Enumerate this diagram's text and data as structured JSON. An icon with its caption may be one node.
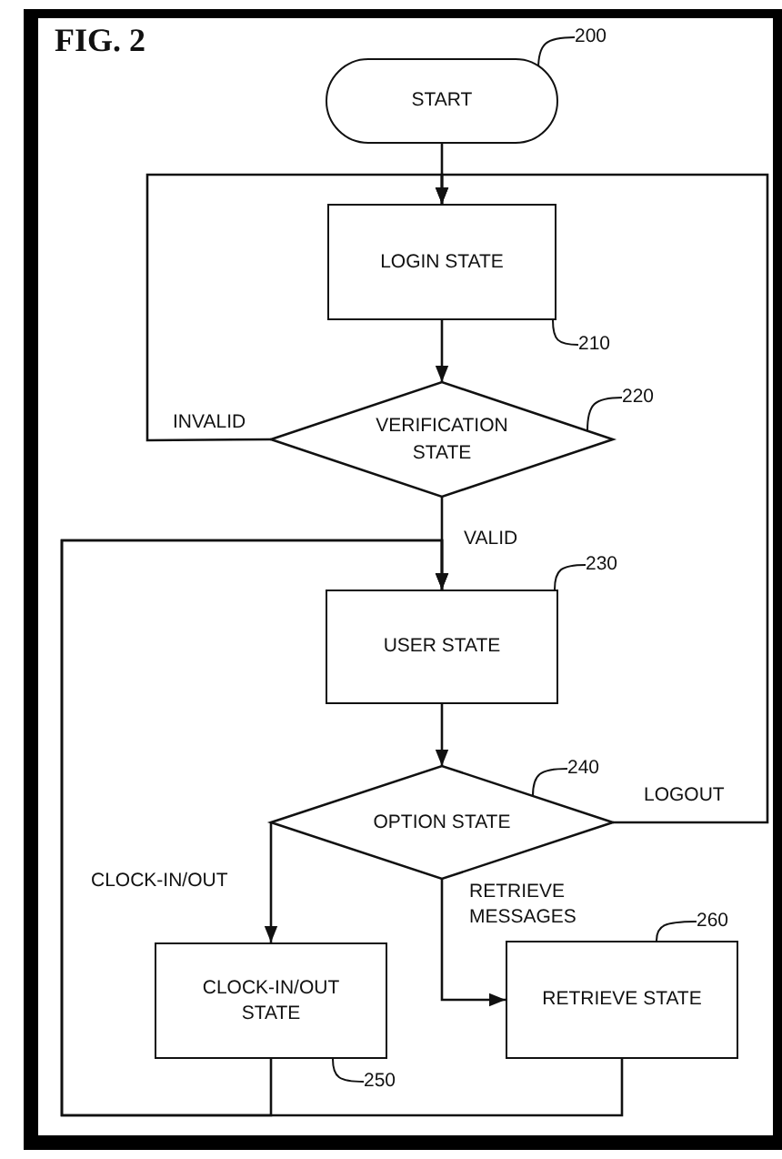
{
  "diagram": {
    "title": "FIG. 2",
    "nodes": [
      {
        "text": [
          "START"
        ]
      },
      {
        "text": [
          "LOGIN STATE"
        ]
      },
      {
        "text": [
          "VERIFICATION STATE"
        ]
      },
      {
        "text": [
          "USER STATE"
        ]
      },
      {
        "text": [
          "OPTION STATE"
        ]
      },
      {
        "text": [
          "CLOCK-IN/OUT STATE"
        ]
      },
      {
        "text": [
          "RETRIEVE STATE"
        ]
      },
      {
        "text": [
          "200"
        ]
      },
      {
        "text": [
          "210"
        ]
      },
      {
        "text": [
          "220"
        ]
      },
      {
        "text": [
          "230"
        ]
      },
      {
        "text": [
          "240"
        ]
      },
      {
        "text": [
          "250"
        ]
      },
      {
        "text": [
          "260"
        ]
      }
    ],
    "edges": [
      {
        "from": 0,
        "to": 1,
        "arrow": "to"
      },
      {
        "from": 1,
        "to": 2,
        "arrow": "to"
      },
      {
        "from": 2,
        "to": 1,
        "arrow": "to",
        "label": "INVALID"
      },
      {
        "from": 2,
        "to": 3,
        "arrow": "to",
        "label": "VALID"
      },
      {
        "from": 3,
        "to": 4,
        "arrow": "to"
      },
      {
        "from": 4,
        "to": 1,
        "arrow": "to",
        "label": "LOGOUT"
      },
      {
        "from": 4,
        "to": 5,
        "arrow": "to",
        "label": "CLOCK-IN/OUT"
      },
      {
        "from": 4,
        "to": 6,
        "arrow": "to",
        "label": "RETRIEVE MESSAGES"
      },
      {
        "from": 5,
        "to": 3,
        "arrow": "to"
      },
      {
        "from": 6,
        "to": 3,
        "arrow": "to"
      },
      {
        "from": 7,
        "to": 0,
        "arrow": "none"
      },
      {
        "from": 8,
        "to": 1,
        "arrow": "none"
      },
      {
        "from": 9,
        "to": 2,
        "arrow": "none"
      },
      {
        "from": 10,
        "to": 3,
        "arrow": "none"
      },
      {
        "from": 11,
        "to": 4,
        "arrow": "none"
      },
      {
        "from": 12,
        "to": 5,
        "arrow": "none"
      },
      {
        "from": 13,
        "to": 6,
        "arrow": "none"
      }
    ]
  }
}
